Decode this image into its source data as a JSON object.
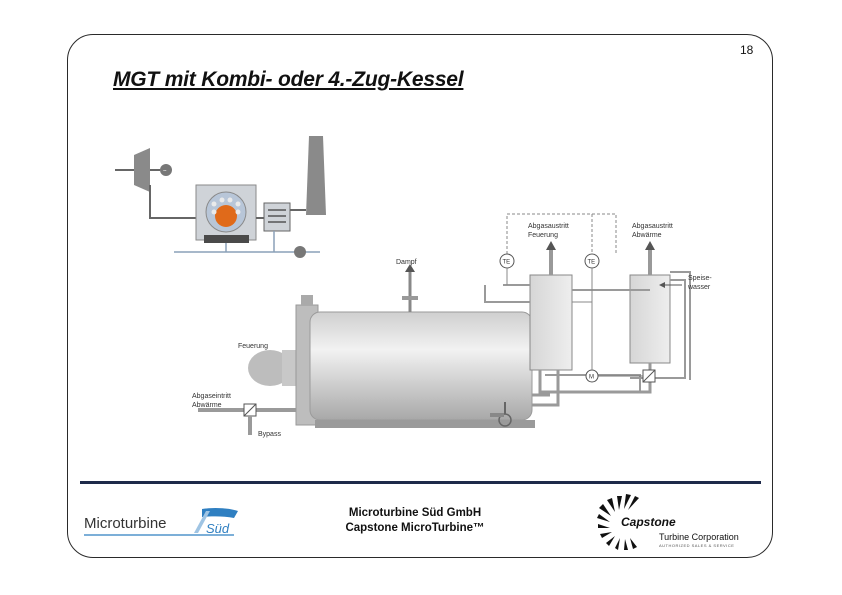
{
  "page_number": "18",
  "title": "MGT mit Kombi- oder 4.-Zug-Kessel",
  "diagram": {
    "labels": {
      "dampf": "Dampf",
      "feuerung": "Feuerung",
      "abgaseintritt": "Abgaseintritt",
      "abwaerme": "Abwärme",
      "bypass": "Bypass",
      "abgasaustritt_1": "Abgasaustritt",
      "feuerung_out": "Feuerung",
      "abgasaustritt_2": "Abgasaustritt",
      "abwaerme_out": "Abwärme",
      "speise": "Speise-",
      "wasser": "wasser",
      "te1": "TE",
      "te2": "TE",
      "m": "M"
    }
  },
  "footer": {
    "company_line1": "Microturbine Süd GmbH",
    "company_line2": "Capstone MicroTurbine™",
    "logo_left_main": "Microturbine",
    "logo_left_sub": "Süd",
    "logo_right_main": "Capstone",
    "logo_right_sub": "Turbine Corporation",
    "logo_right_tag": "AUTHORIZED SALES & SERVICE"
  },
  "colors": {
    "frame": "#2a2a2a",
    "footer_rule": "#1e2a4a",
    "logo_blue": "#2f7fc1",
    "flame": "#e06a1a"
  }
}
